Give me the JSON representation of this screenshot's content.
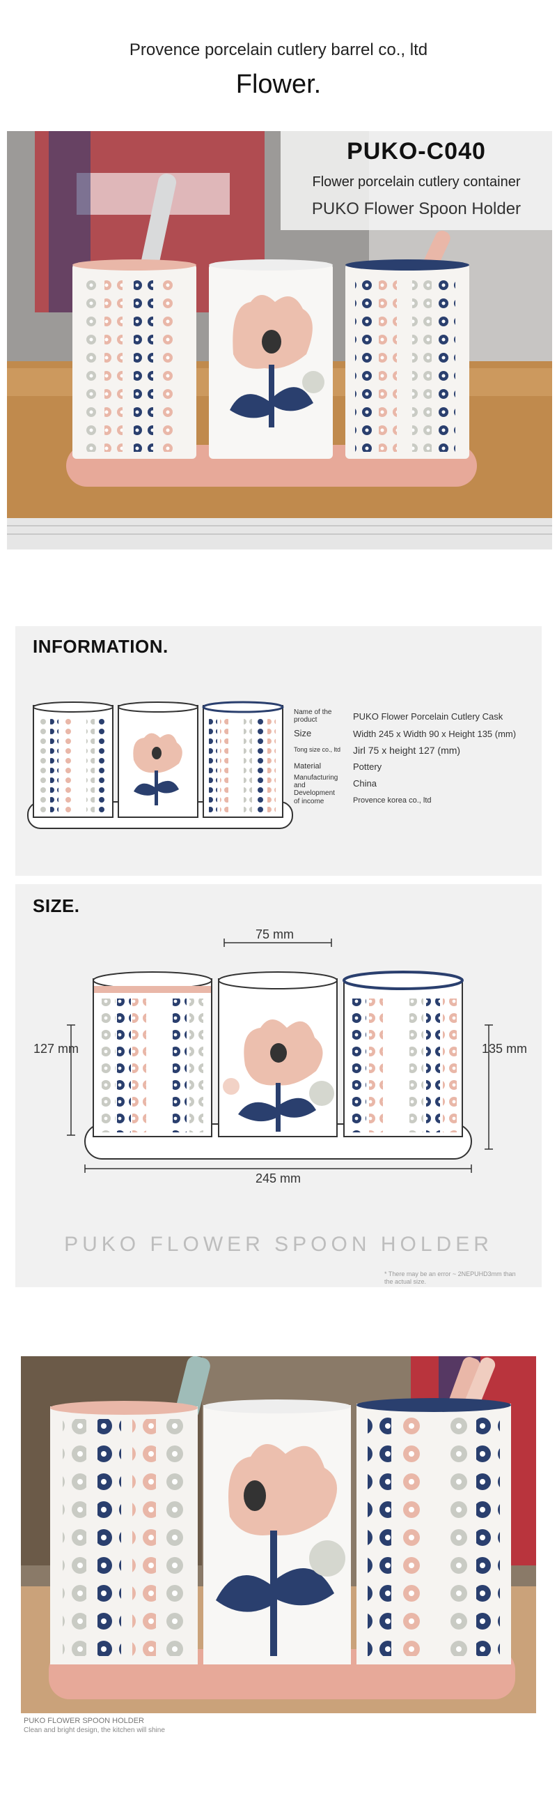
{
  "header": {
    "company": "Provence porcelain cutlery barrel co., ltd",
    "headline": "Flower."
  },
  "hero": {
    "code": "PUKO-C040",
    "subtitle": "Flower porcelain cutlery container",
    "product_name": "PUKO Flower Spoon Holder"
  },
  "info": {
    "title": "INFORMATION.",
    "specs": [
      {
        "key": "Name of the product",
        "value": "PUKO Flower Porcelain Cutlery Cask"
      },
      {
        "key": "Size",
        "value": "Width 245 x Width 90 x Height 135 (mm)"
      },
      {
        "key": "Tong size co., ltd",
        "value": "Jirl 75 x height 127 (mm)"
      },
      {
        "key": "Material",
        "value": "Pottery"
      },
      {
        "key": "Manufacturing and Development",
        "value": "China"
      },
      {
        "key": "of income",
        "value": "Provence korea co., ltd"
      }
    ]
  },
  "size": {
    "title": "SIZE.",
    "top_dim": "75 mm",
    "left_dim": "127 mm",
    "right_dim": "135 mm",
    "bottom_dim": "245 mm",
    "watermark": "PUKO FLOWER SPOON HOLDER",
    "note": "* There may be an error ~ 2NEPUHD3mm than the actual size."
  },
  "photo2": {
    "caption": "PUKO FLOWER SPOON HOLDER",
    "subcaption": "Clean and bright design, the kitchen will shine"
  },
  "colors": {
    "pink": "#e9b7a8",
    "navy": "#2a3f6e",
    "panel": "#f1f1f1",
    "tray": "#e7a999"
  }
}
